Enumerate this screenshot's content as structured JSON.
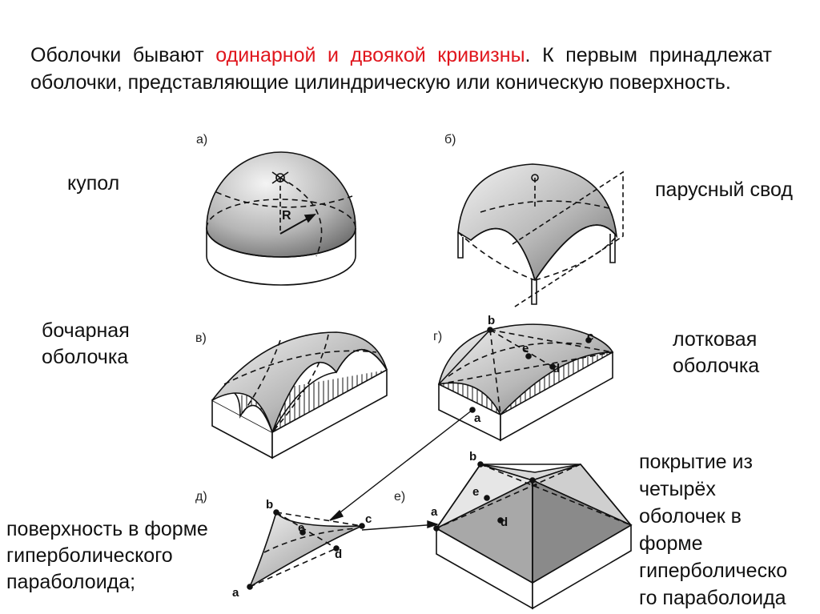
{
  "intro": {
    "part1": "Оболочки бывают ",
    "highlight": "одинарной и двоякой кривизны",
    "part2": ". К первым принадлежат оболочки, представляющие цилиндрическую или коническую поверхность."
  },
  "labels": {
    "dome": "купол",
    "sail_vault": "парусный свод",
    "barrel_shell_1": "бочарная",
    "barrel_shell_2": "оболочка",
    "trough_shell_1": "лотковая",
    "trough_shell_2": "оболочка",
    "hyperbolic_1": "поверхность в форме",
    "hyperbolic_2": "гиперболического",
    "hyperbolic_3": "параболоида;",
    "four_shells_1": "покрытие из",
    "four_shells_2": "четырёх",
    "four_shells_3": "оболочек в",
    "four_shells_4": "форме",
    "four_shells_5": "гиперболическо",
    "four_shells_6": "го параболоида"
  },
  "figure_tags": {
    "a": "а)",
    "b": "б)",
    "v": "в)",
    "g": "г)",
    "d": "д)",
    "e": "е)"
  },
  "dome_radius_label": "R",
  "points": {
    "a": "a",
    "b": "b",
    "c": "c",
    "d": "d",
    "e": "e"
  },
  "colors": {
    "text": "#111111",
    "highlight": "#e0161d",
    "shell_fill": "#bdbdbd",
    "shell_dark": "#7a7a7a"
  }
}
